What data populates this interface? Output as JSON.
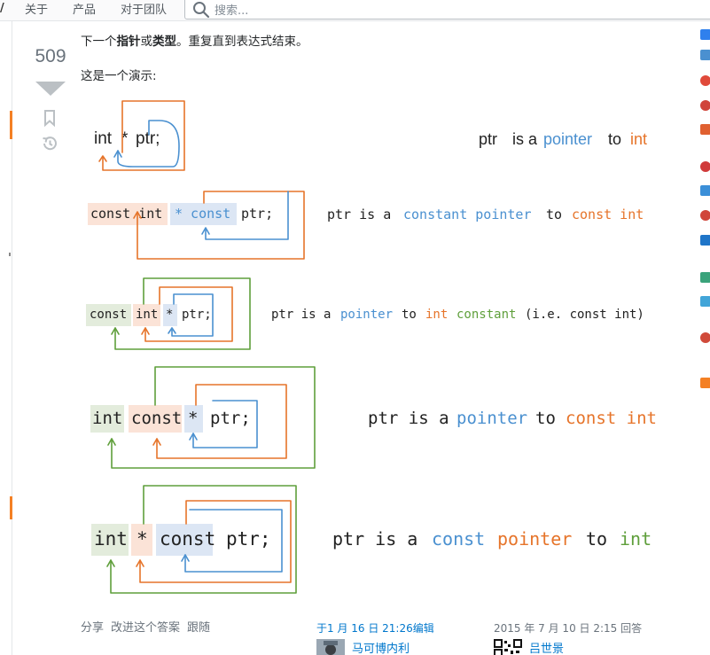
{
  "topbar": {
    "logo_glyph": "/",
    "nav": [
      "关于",
      "产品",
      "对于团队"
    ],
    "search_placeholder": "搜索..."
  },
  "vote": {
    "count": "509"
  },
  "post": {
    "line1_parts": [
      "下一个",
      "指针",
      "或",
      "类型",
      "。重复直到表达式结束。"
    ],
    "line2": "这是一个演示:"
  },
  "diagrams": [
    {
      "code": [
        "int",
        "*",
        "ptr;"
      ],
      "desc": [
        "ptr",
        "is a",
        "pointer",
        "to",
        "int"
      ]
    },
    {
      "code": [
        "const int",
        "* const",
        "ptr;"
      ],
      "desc": [
        "ptr is a",
        "constant pointer",
        "to",
        "const int"
      ]
    },
    {
      "code": [
        "const",
        "int",
        "*",
        "ptr;"
      ],
      "desc": [
        "ptr is a",
        "pointer",
        "to",
        "int",
        "constant",
        "(i.e. const int)"
      ]
    },
    {
      "code": [
        "int",
        "const",
        "*",
        "ptr;"
      ],
      "desc": [
        "ptr is a",
        "pointer",
        "to",
        "const int"
      ]
    },
    {
      "code": [
        "int",
        "*",
        "const",
        "ptr;"
      ],
      "desc": [
        "ptr is a",
        "const",
        "pointer",
        "to",
        "int"
      ]
    }
  ],
  "footer": {
    "menu": [
      "分享",
      "改进这个答案",
      "跟随"
    ],
    "edited": "于1 月 16 日 21:26编辑",
    "answered": "2015 年 7 月 10 日 2:15 回答",
    "editor_name": "马可博内利",
    "answerer_name": "吕世景"
  },
  "colors": {
    "orange": "#e6742a",
    "blue": "#4a90d0",
    "green": "#5f9f3b",
    "link": "#0077cc",
    "accent": "#f48024"
  },
  "icons": [
    "search-icon",
    "bookmark-icon",
    "history-icon",
    "avatar-icon",
    "qr-avatar-icon"
  ]
}
